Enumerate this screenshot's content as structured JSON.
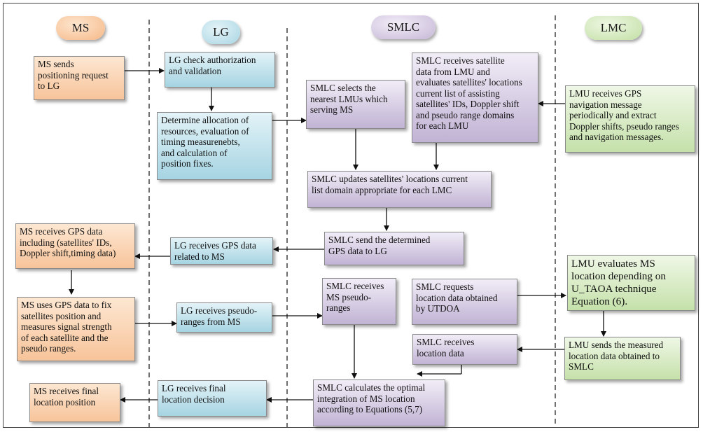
{
  "lanes": {
    "ms": "MS",
    "lg": "LG",
    "smlc": "SMLC",
    "lmc": "LMC"
  },
  "boxes": {
    "ms_request": "MS sends\npositioning request\nto LG",
    "lg_check": "LG check authorization\nand validation",
    "lg_determine": "Determine allocation of\nresources, evaluation of\ntiming measurenebts,\nand calculation of\nposition fixes.",
    "smlc_select": "SMLC selects the\nnearest LMUs which\nserving MS",
    "smlc_receive_sat": "SMLC receives satellite\ndata from LMU and\nevaluates satellites' locations\ncurrent list of assisting\nsatellites' IDs, Doppler shift\nand pseudo range domains\nfor each LMU",
    "lmu_receive_gps": "LMU receives GPS\nnavigation message\nperiodically and extract\nDoppler shifts, pseudo ranges\nand navigation messages.",
    "smlc_update": "SMLC updates satellites' locations current\nlist domain appropriate for each LMC",
    "smlc_send_gps": "SMLC send the determined\nGPS data to LG",
    "lg_receive_gps": "LG receives GPS data\nrelated to MS",
    "ms_receive_gps": "MS receives GPS data\nincluding (satellites' IDs,\nDoppler shift,timing data)",
    "ms_use_gps": "MS uses GPS data to fix\nsatellites position and\nmeasures signal strength\nof each satellite and the\npseudo ranges.",
    "lg_receive_pseudo": "LG receives pseudo-\nranges from MS",
    "smlc_receive_pseudo": "SMLC receives\nMS pseudo-\nranges",
    "smlc_request_loc": "SMLC requests\nlocation data obtained\nby UTDOA",
    "lmu_evaluate": "LMU evaluates MS\nlocation depending on\nU_TAOA technique\nEquation (6).",
    "smlc_receive_loc": "SMLC receives\nlocation data",
    "lmu_send": "LMU sends the measured\nlocation data obtained to\nSMLC",
    "smlc_calculate": "SMLC calculates the optimal\nintegration of MS location\naccording to Equations (5,7)",
    "lg_receive_final": "LG receives final\nlocation decision",
    "ms_receive_final": "MS receives final\nlocation position"
  },
  "colors": {
    "ms": "#f7c49a",
    "lg": "#a6d4e2",
    "smlc": "#c1b3d4",
    "lmc": "#c5e1aa"
  }
}
